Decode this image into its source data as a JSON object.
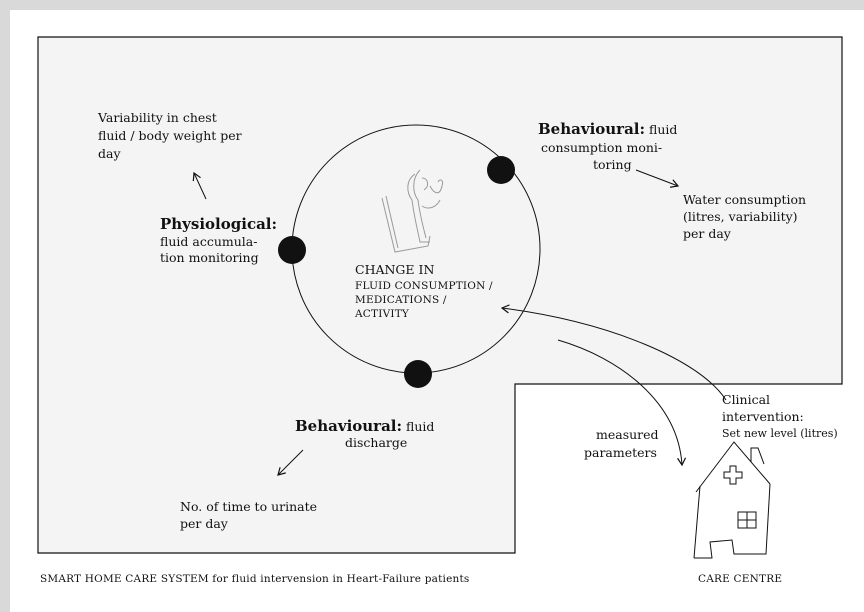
{
  "center": {
    "title": "CHANGE IN",
    "lines": [
      "FLUID CONSUMPTION /",
      "MEDICATIONS /",
      "ACTIVITY"
    ]
  },
  "physiological": {
    "head": "Physiological:",
    "lines": [
      "fluid accumula-",
      "tion monitoring"
    ]
  },
  "variability": {
    "lines": [
      "Variability in chest",
      "fluid / body weight per",
      "day"
    ]
  },
  "consumption": {
    "head": "Behavioural:",
    "head_rest": " fluid",
    "lines": [
      "consumption moni-",
      "toring"
    ]
  },
  "water": {
    "lines": [
      "Water consumption",
      "(litres, variability)",
      "per day"
    ]
  },
  "discharge": {
    "head": "Behavioural:",
    "head_rest": " fluid",
    "lines": [
      "discharge"
    ]
  },
  "urinate": {
    "lines": [
      "No. of time to urinate",
      "per day"
    ]
  },
  "measured": {
    "lines": [
      "measured",
      "parameters"
    ]
  },
  "clinical": {
    "lines": [
      "Clinical",
      "intervention:",
      "Set new level (litres)"
    ]
  },
  "care_centre": "CARE CENTRE",
  "caption": "SMART HOME CARE SYSTEM for fluid intervension in Heart-Failure patients"
}
